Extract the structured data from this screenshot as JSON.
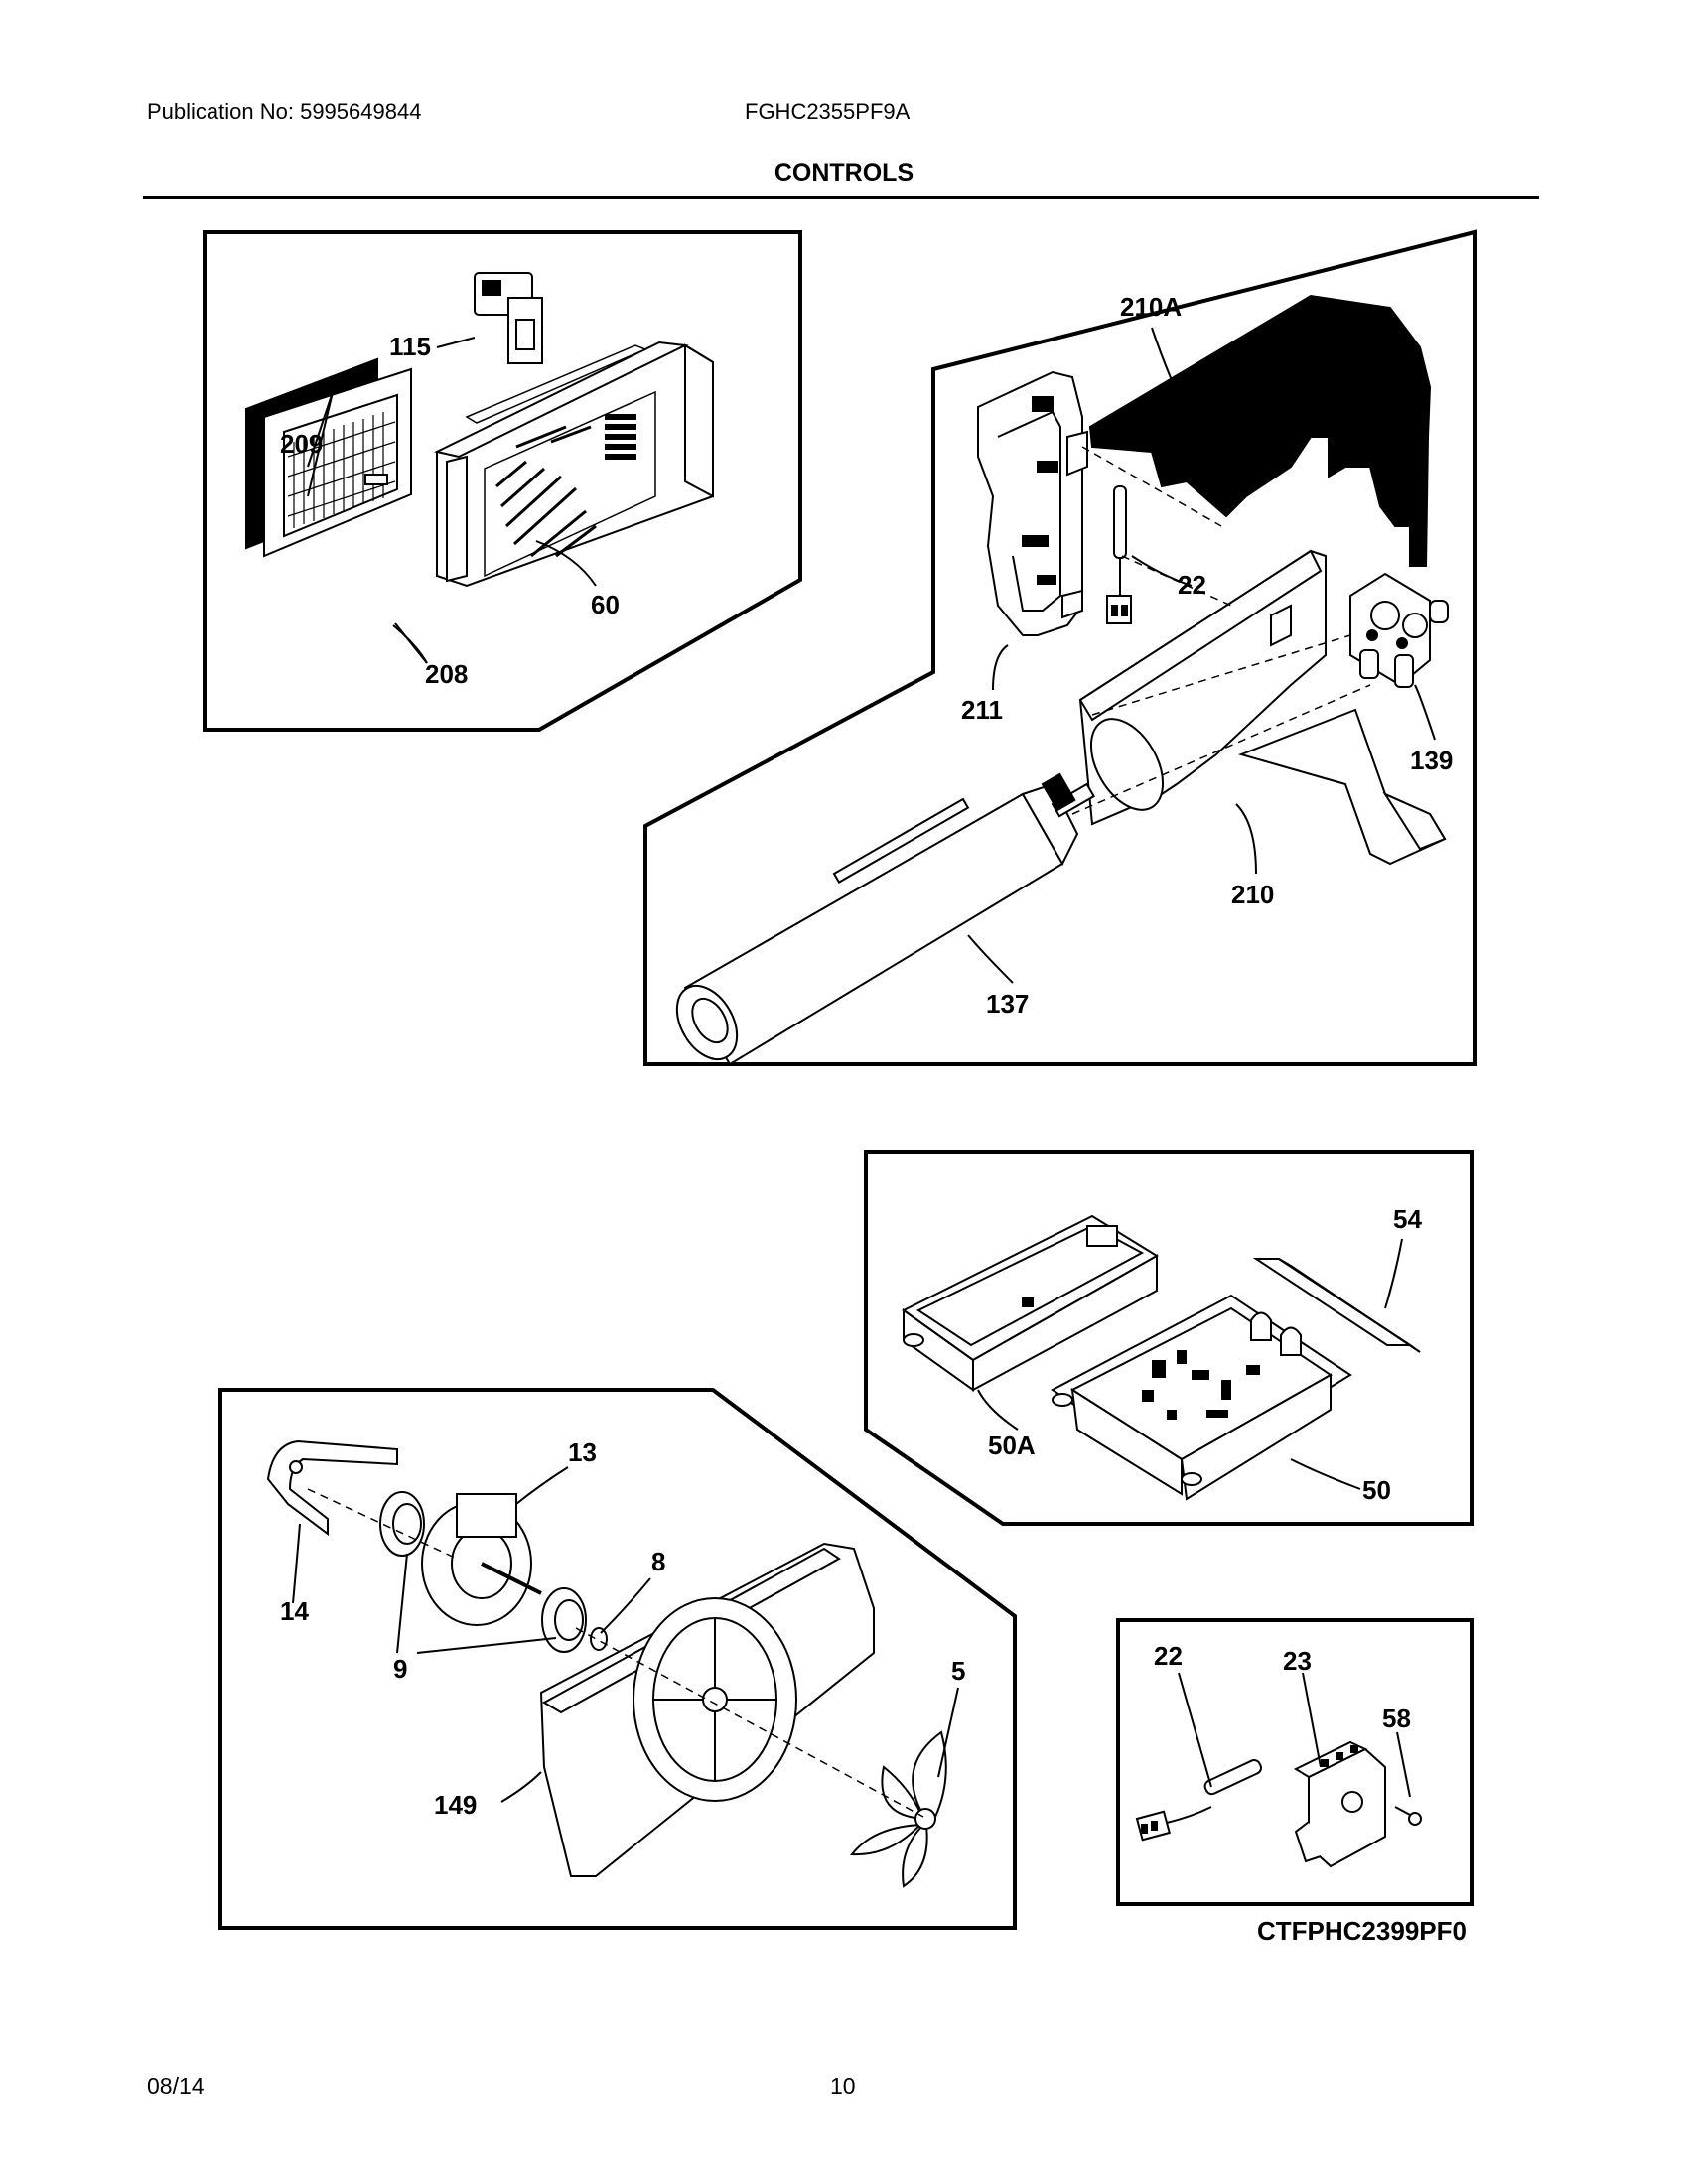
{
  "header": {
    "publication": "Publication No: 5995649844",
    "model": "FGHC2355PF9A",
    "section_title": "CONTROLS"
  },
  "callouts": {
    "p115": "115",
    "p209": "209",
    "p60": "60",
    "p208": "208",
    "p210A": "210A",
    "p22a": "22",
    "p211": "211",
    "p139": "139",
    "p210": "210",
    "p137": "137",
    "p54": "54",
    "p50A": "50A",
    "p50": "50",
    "p13": "13",
    "p14": "14",
    "p8": "8",
    "p9": "9",
    "p5": "5",
    "p149": "149",
    "p22b": "22",
    "p23": "23",
    "p58": "58"
  },
  "diagram_code": "CTFPHC2399PF0",
  "footer": {
    "date": "08/14",
    "page": "10"
  }
}
